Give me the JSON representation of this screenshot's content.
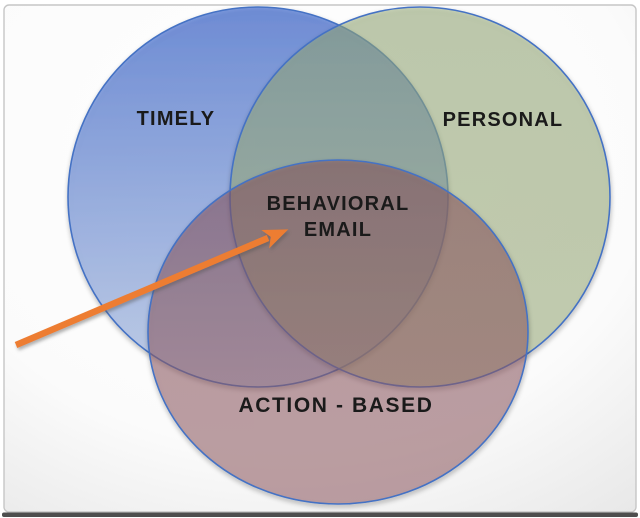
{
  "venn": {
    "circles": [
      {
        "name": "timely",
        "label": "TIMELY",
        "fill": "#87A4E8",
        "stroke": "#4472C4"
      },
      {
        "name": "personal",
        "label": "PERSONAL",
        "fill": "#CED8BE",
        "stroke": "#4472C4"
      },
      {
        "name": "action-based",
        "label": "ACTION - BASED",
        "fill": "#C9AEB2",
        "stroke": "#4472C4"
      }
    ],
    "center_label": {
      "line1": "BEHAVIORAL",
      "line2": "EMAIL"
    },
    "annotation_arrow": {
      "color": "#ED7D31"
    },
    "text_color": "#1A1A1A",
    "frame": {
      "border_color": "#C6C6C6",
      "bottom_bar_color": "#4E4E4E"
    }
  }
}
